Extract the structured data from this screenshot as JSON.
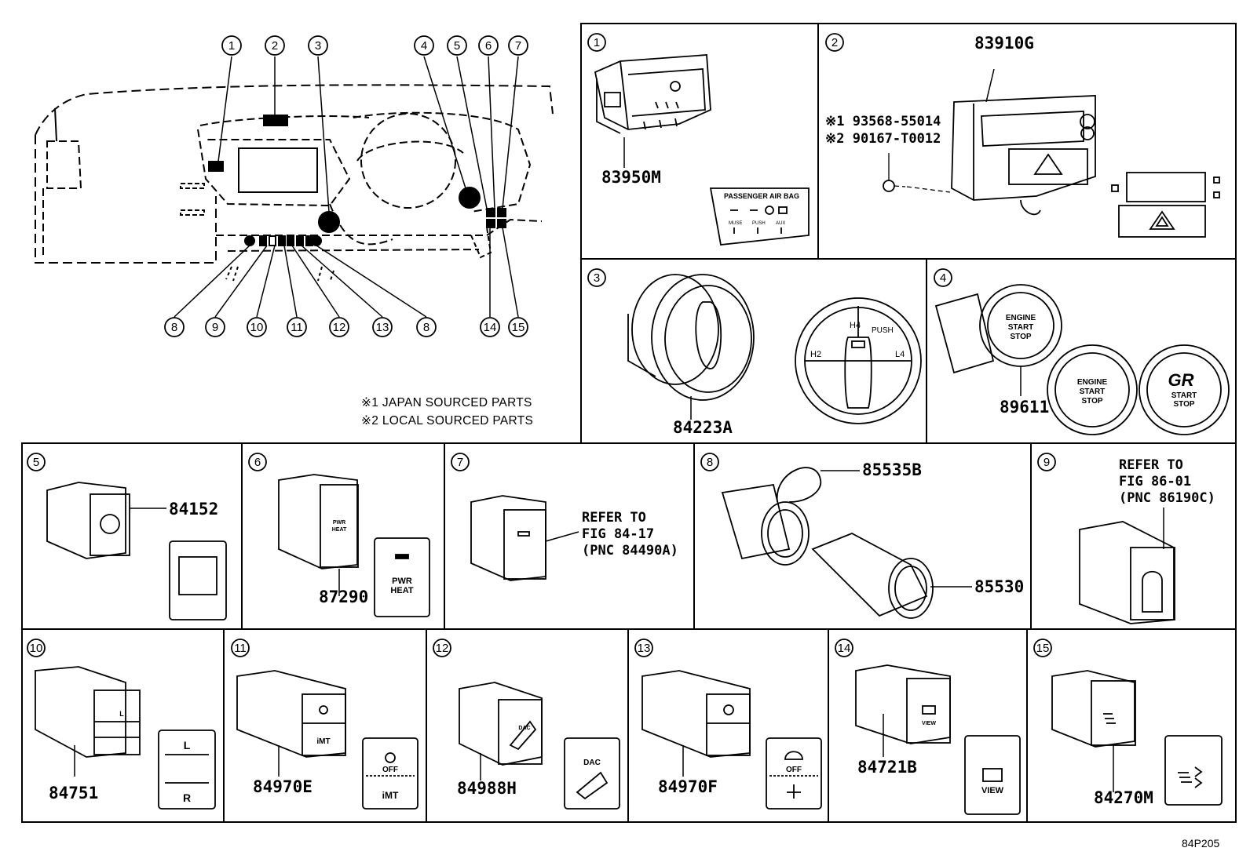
{
  "figure_id": "84P205",
  "notes": {
    "japan": "※1 JAPAN SOURCED PARTS",
    "local": "※2 LOCAL SOURCED PARTS"
  },
  "overview": {
    "top_callouts": [
      "1",
      "2",
      "3",
      "4",
      "5",
      "6",
      "7"
    ],
    "bottom_callouts": [
      "8",
      "9",
      "10",
      "11",
      "12",
      "13",
      "8"
    ],
    "right_callouts": [
      "14",
      "15"
    ]
  },
  "panels": [
    {
      "index": "1",
      "part": "83950M",
      "label_plate": "PASSENGER AIR BAG",
      "plate_small": [
        "MUSE",
        "PUSH",
        "AUX"
      ]
    },
    {
      "index": "2",
      "part": "83910G",
      "extra_1": "※1 93568-55014",
      "extra_2": "※2 90167-T0012"
    },
    {
      "index": "3",
      "part": "84223A",
      "knob_labels": [
        "H4",
        "PUSH",
        "H2",
        "L4"
      ]
    },
    {
      "index": "4",
      "part": "89611",
      "button_text": [
        "ENGINE",
        "START",
        "STOP"
      ],
      "gr_text": "GR"
    },
    {
      "index": "5",
      "part": "84152"
    },
    {
      "index": "6",
      "part": "87290",
      "label": [
        "PWR",
        "HEAT"
      ]
    },
    {
      "index": "7",
      "ref_1": "REFER TO",
      "ref_2": "FIG 84-17",
      "ref_3": "(PNC 84490A)"
    },
    {
      "index": "8",
      "part_a": "85535B",
      "part_b": "85530"
    },
    {
      "index": "9",
      "ref_1": "REFER TO",
      "ref_2": "FIG 86-01",
      "ref_3": "(PNC 86190C)"
    },
    {
      "index": "10",
      "part": "84751",
      "letters": [
        "L",
        "R"
      ]
    },
    {
      "index": "11",
      "part": "84970E",
      "label": [
        "OFF",
        "iMT"
      ]
    },
    {
      "index": "12",
      "part": "84988H",
      "label": "DAC"
    },
    {
      "index": "13",
      "part": "84970F",
      "label": "OFF"
    },
    {
      "index": "14",
      "part": "84721B",
      "label": "VIEW"
    },
    {
      "index": "15",
      "part": "84270M"
    }
  ]
}
